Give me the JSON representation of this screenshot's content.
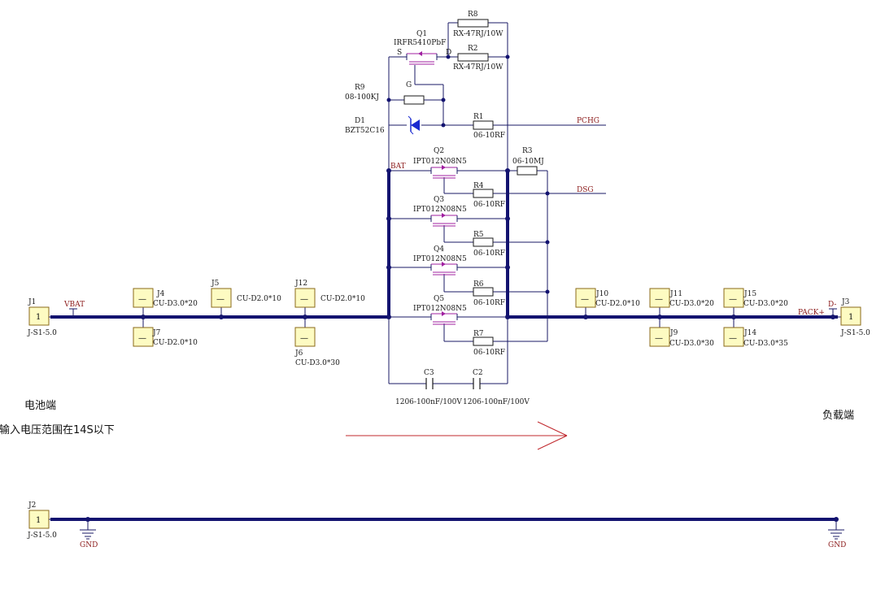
{
  "connectors": {
    "J1": {
      "ref": "J1",
      "pin": "1",
      "value": "J-S1-5.0"
    },
    "J3": {
      "ref": "J3",
      "pin": "1",
      "value": "J-S1-5.0"
    },
    "J2": {
      "ref": "J2",
      "pin": "1",
      "value": "J-S1-5.0"
    }
  },
  "jumpers": [
    {
      "ref": "J4",
      "value": "CU-D3.0*20"
    },
    {
      "ref": "J7",
      "value": "CU-D2.0*10"
    },
    {
      "ref": "J5",
      "value": "CU-D2.0*10"
    },
    {
      "ref": "J12",
      "value": "CU-D2.0*10"
    },
    {
      "ref": "J6",
      "value": "CU-D3.0*30"
    },
    {
      "ref": "J10",
      "value": "CU-D2.0*10"
    },
    {
      "ref": "J11",
      "value": "CU-D3.0*20"
    },
    {
      "ref": "J9",
      "value": "CU-D3.0*30"
    },
    {
      "ref": "J15",
      "value": "CU-D3.0*20"
    },
    {
      "ref": "J14",
      "value": "CU-D3.0*35"
    }
  ],
  "jumper_symbol": "—",
  "mosfets": {
    "Q1": {
      "ref": "Q1",
      "value": "IRFR5410PbF",
      "pin_s": "S",
      "pin_d": "D",
      "pin_g": "G"
    },
    "Q2": {
      "ref": "Q2",
      "value": "IPT012N08N5"
    },
    "Q3": {
      "ref": "Q3",
      "value": "IPT012N08N5"
    },
    "Q4": {
      "ref": "Q4",
      "value": "IPT012N08N5"
    },
    "Q5": {
      "ref": "Q5",
      "value": "IPT012N08N5"
    }
  },
  "resistors": {
    "R8": {
      "ref": "R8",
      "value": "RX-47RJ/10W"
    },
    "R2": {
      "ref": "R2",
      "value": "RX-47RJ/10W"
    },
    "R9": {
      "ref": "R9",
      "value": "08-100KJ"
    },
    "R1": {
      "ref": "R1",
      "value": "06-10RF"
    },
    "R3": {
      "ref": "R3",
      "value": "06-10MJ"
    },
    "R4": {
      "ref": "R4",
      "value": "06-10RF"
    },
    "R5": {
      "ref": "R5",
      "value": "06-10RF"
    },
    "R6": {
      "ref": "R6",
      "value": "06-10RF"
    },
    "R7": {
      "ref": "R7",
      "value": "06-10RF"
    }
  },
  "diode": {
    "ref": "D1",
    "value": "BZT52C16"
  },
  "capacitors": {
    "C3": {
      "ref": "C3",
      "value": "1206-100nF/100V"
    },
    "C2": {
      "ref": "C2",
      "value": "1206-100nF/100V"
    }
  },
  "nets": {
    "vbat": "VBAT",
    "bat": "BAT",
    "pchg": "PCHG",
    "dsg": "DSG",
    "pack": "PACK+",
    "dminus": "D-",
    "gnd_left": "GND",
    "gnd_right": "GND"
  },
  "notes": {
    "battery_side": "电池端",
    "voltage_range": "输入电压范围在14S以下",
    "load_side": "负载端"
  },
  "colors": {
    "wire": "#131370",
    "net_label": "#8b1a1a",
    "mosfet": "#a020a0",
    "jumper_fill": "#fdfbc2",
    "arrow": "#c0282d",
    "diode": "#1a2ad0"
  }
}
